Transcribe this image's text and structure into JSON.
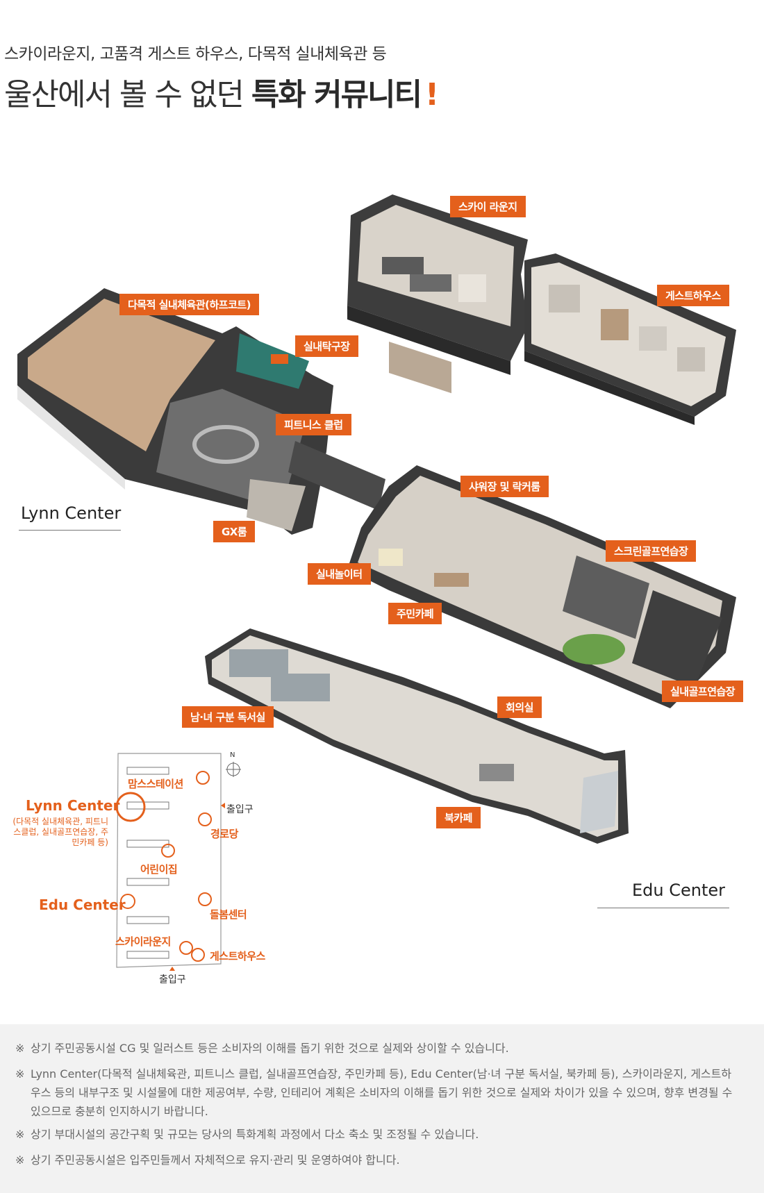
{
  "header": {
    "subtitle": "스카이라운지, 고품격 게스트 하우스, 다목적 실내체육관 등",
    "title_plain": "울산에서 볼 수 없던",
    "title_bold": "특화 커뮤니티",
    "title_mark": "!"
  },
  "tags": {
    "sky_lounge": "스카이 라운지",
    "guest_house": "게스트하우스",
    "gym": "다목적 실내체육관(하프코트)",
    "table_tennis": "실내탁구장",
    "fitness": "피트니스 클럽",
    "gx": "GX룸",
    "shower": "샤워장 및 락커룸",
    "screen_golf": "스크린골프연습장",
    "playground": "실내놀이터",
    "cafe": "주민카페",
    "indoor_golf": "실내골프연습장",
    "study": "남·녀 구분 독서실",
    "meeting": "회의실",
    "book_cafe": "북카페"
  },
  "centers": {
    "lynn": "Lynn Center",
    "edu": "Edu Center"
  },
  "site_map": {
    "north": "N",
    "moms": "맘스스테이션",
    "lynn_title": "Lynn Center",
    "lynn_desc": "(다목적 실내체육관, 피트니스클럽, 실내골프연습장, 주민카페 등)",
    "entrance_right": "출입구",
    "senior": "경로당",
    "daycare": "어린이집",
    "edu_title": "Edu Center",
    "care": "돌봄센터",
    "sky": "스카이라운지",
    "guest": "게스트하우스",
    "entrance_bottom": "출입구"
  },
  "notes": [
    "상기 주민공동시설 CG 및 일러스트 등은 소비자의 이해를 돕기 위한 것으로 실제와 상이할 수 있습니다.",
    "Lynn Center(다목적 실내체육관, 피트니스 클럽, 실내골프연습장, 주민카페 등), Edu Center(남·녀 구분 독서실, 북카페 등), 스카이라운지, 게스트하우스 등의 내부구조 및 시설물에 대한 제공여부, 수량, 인테리어 계획은 소비자의 이해를 돕기 위한 것으로 실제와 차이가 있을 수 있으며, 향후 변경될 수 있으므로 충분히 인지하시기 바랍니다.",
    "상기 부대시설의 공간구획 및 규모는 당사의 특화계획 과정에서 다소 축소 및 조정될 수 있습니다.",
    "상기 주민공동시설은 입주민들께서 자체적으로 유지·관리 및 운영하여야 합니다."
  ],
  "note_symbol": "※",
  "colors": {
    "accent": "#e4601c",
    "note_bg": "#f2f2f2"
  }
}
